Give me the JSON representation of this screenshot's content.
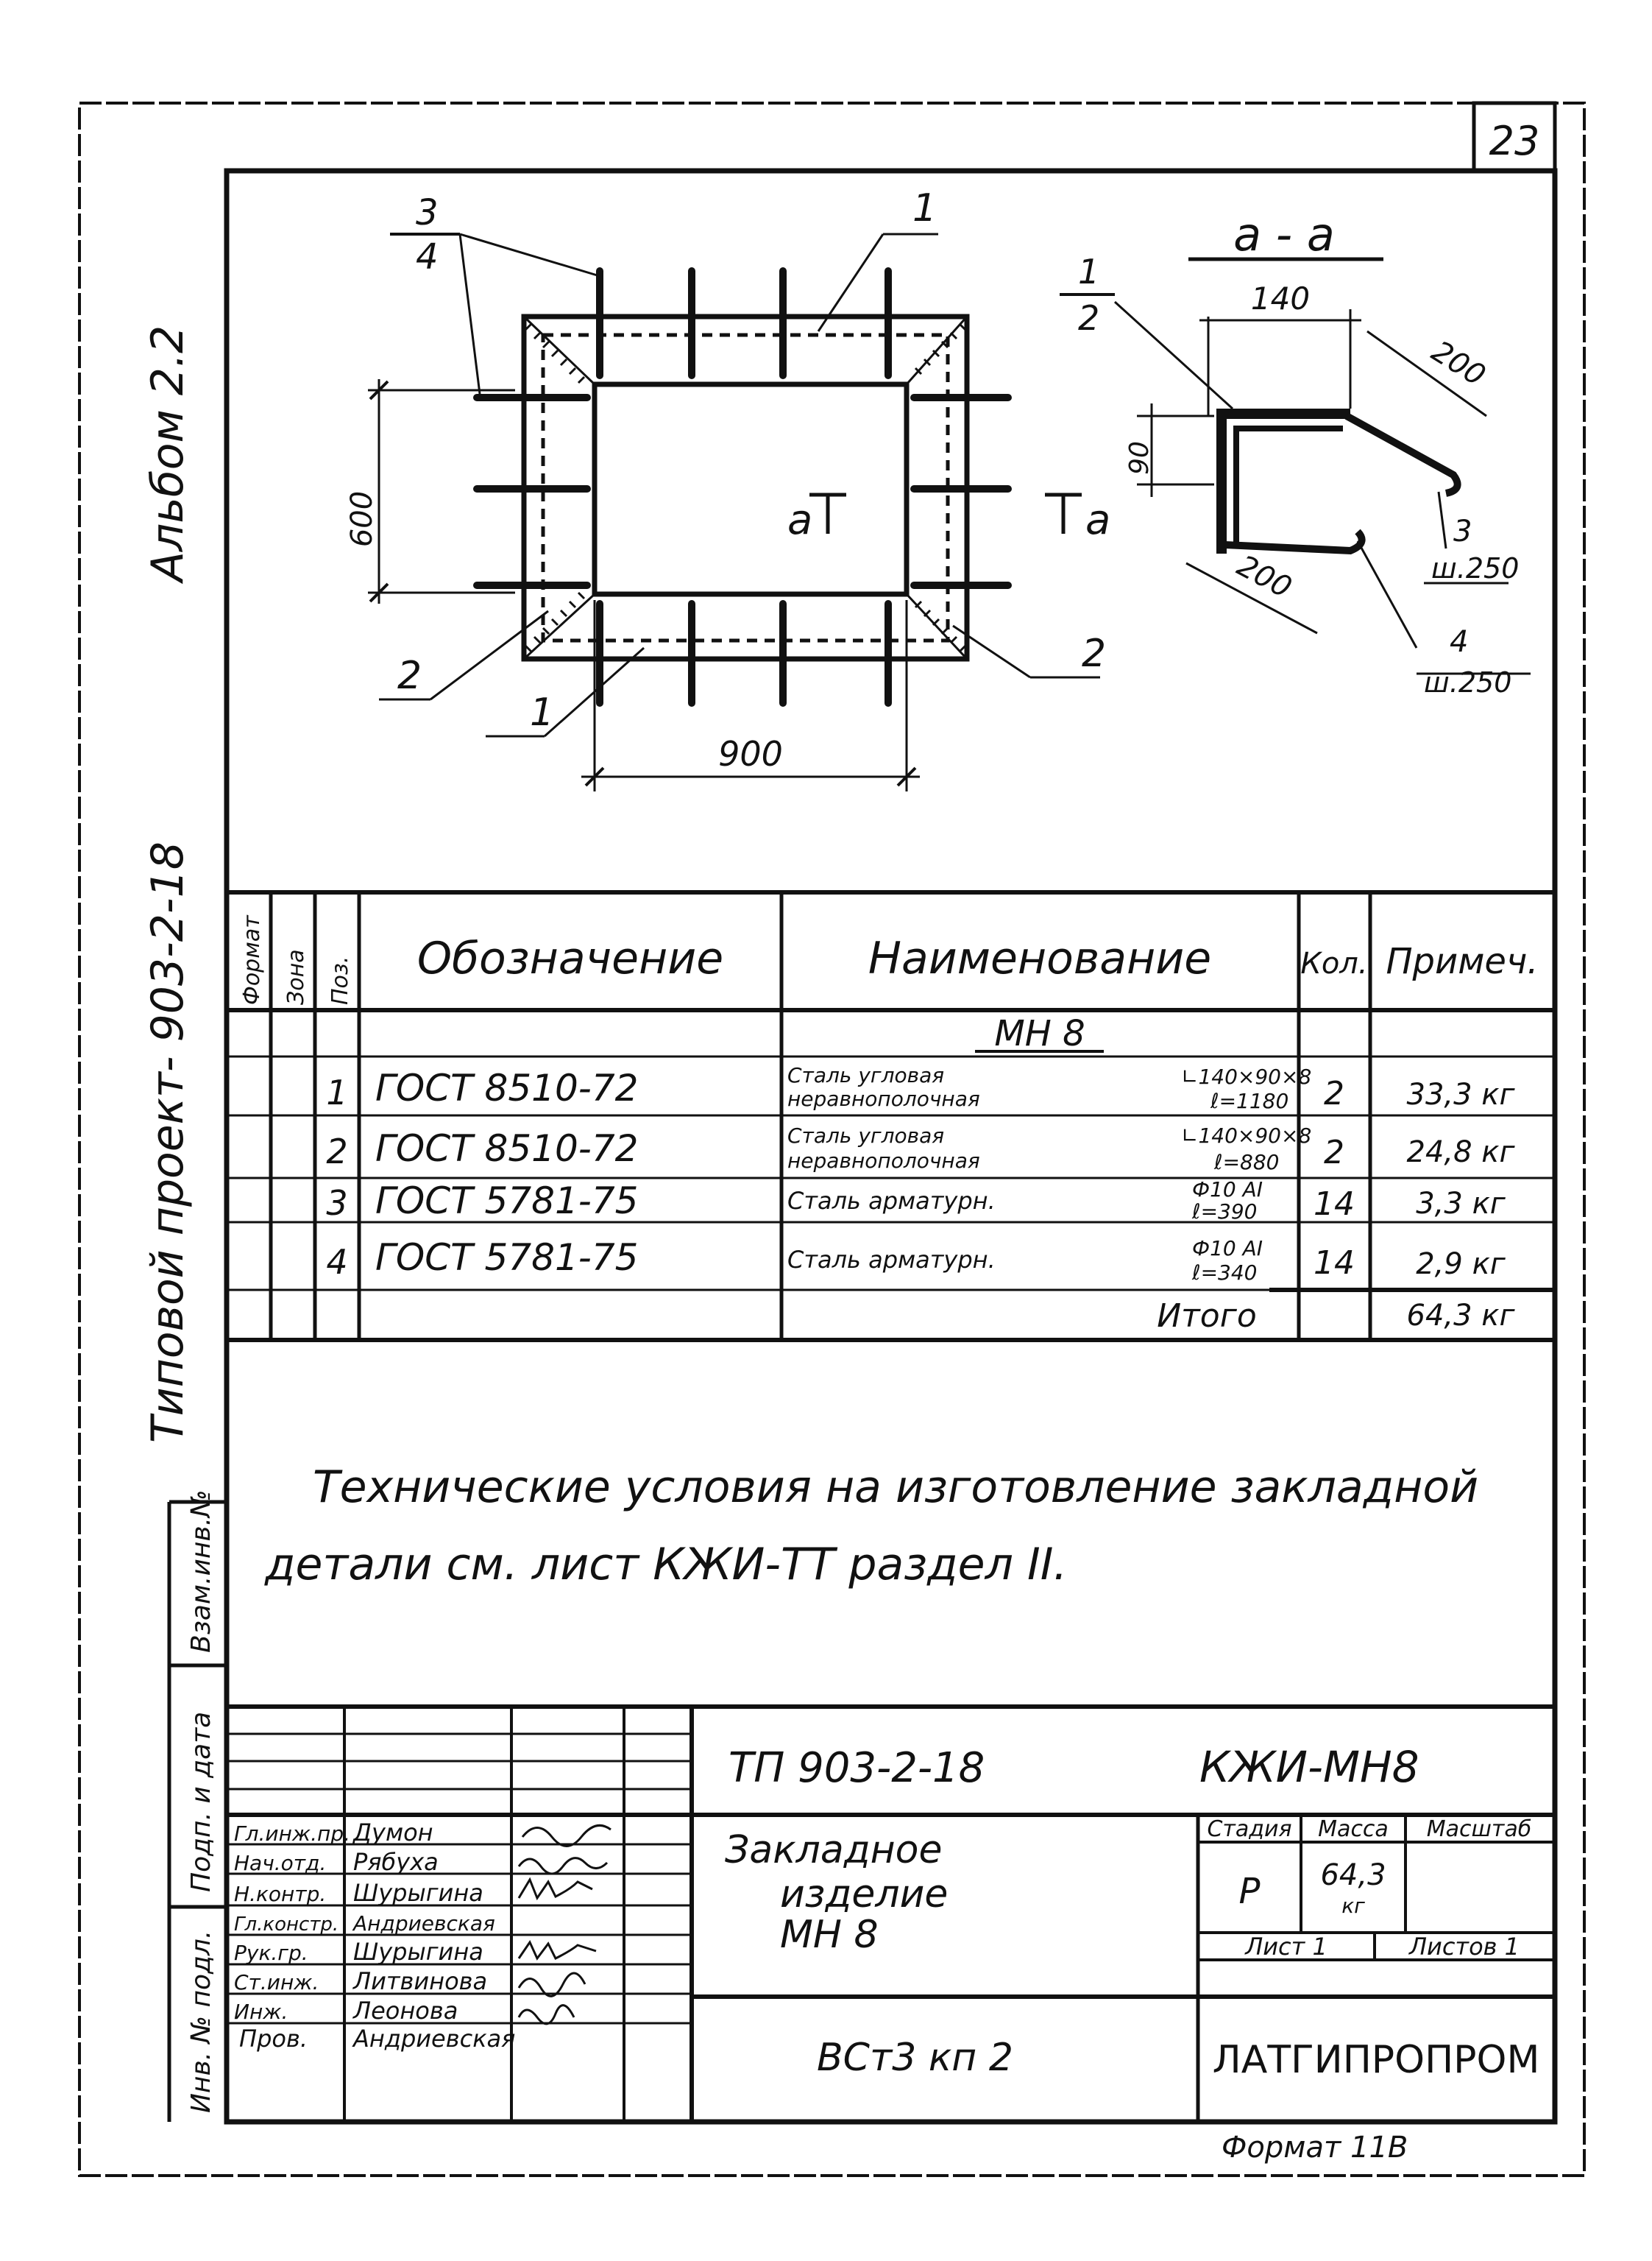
{
  "page_number": "23",
  "side_labels": {
    "album": "Альбом 2.2",
    "project": "Типовой проект- 903-2-18",
    "inv_original": "Инв. № подл.",
    "sign_date": "Подп. и дата",
    "replace_inv": "Взам.инв.№"
  },
  "drawing": {
    "callout_top_frac_num": "3",
    "callout_top_frac_den": "4",
    "callout_top_right": "1",
    "callout_left_lower": "2",
    "callout_right_lower": "2",
    "callout_bottom": "1",
    "dim_width": "900",
    "dim_height": "600",
    "section_mark_left": "a",
    "section_mark_right": "a"
  },
  "section": {
    "title": "а - а",
    "frac_num": "1",
    "frac_den": "2",
    "dim_140": "140",
    "dim_200_top": "200",
    "dim_90": "90",
    "dim_200_bottom": "200",
    "pos3": "3",
    "pos3_step": "ш.250",
    "pos4": "4",
    "pos4_step": "ш.250"
  },
  "spec_table": {
    "headers": {
      "format": "Формат",
      "zone": "Зона",
      "pos": "Поз.",
      "designation": "Обозначение",
      "name": "Наименование",
      "qty": "Кол.",
      "note": "Примеч."
    },
    "group_title": "МН 8",
    "rows": [
      {
        "pos": "1",
        "designation": "ГОСТ 8510-72",
        "name_line1": "Сталь угловая",
        "name_line2": "неравнополочная",
        "size_line1": "∟140×90×8",
        "size_line2": "ℓ=1180",
        "qty": "2",
        "note": "33,3 кг"
      },
      {
        "pos": "2",
        "designation": "ГОСТ 8510-72",
        "name_line1": "Сталь угловая",
        "name_line2": "неравнополочная",
        "size_line1": "∟140×90×8",
        "size_line2": "ℓ=880",
        "qty": "2",
        "note": "24,8 кг"
      },
      {
        "pos": "3",
        "designation": "ГОСТ 5781-75",
        "name_line1": "Сталь арматурн.",
        "name_line2": "",
        "size_line1": "Ф10 АI",
        "size_line2": "ℓ=390",
        "qty": "14",
        "note": "3,3 кг"
      },
      {
        "pos": "4",
        "designation": "ГОСТ 5781-75",
        "name_line1": "Сталь арматурн.",
        "name_line2": "",
        "size_line1": "Ф10 АI",
        "size_line2": "ℓ=340",
        "qty": "14",
        "note": "2,9 кг"
      }
    ],
    "total_label": "Итого",
    "total_value": "64,3 кг"
  },
  "tech_note": {
    "line1": "Технические условия на изготовление закладной",
    "line2": "детали см. лист КЖИ-ТТ раздел II."
  },
  "title_block": {
    "project_code": "ТП 903-2-18",
    "doc_code": "КЖИ-МН8",
    "signatures": [
      {
        "role": "Гл.инж.пр.",
        "name": "Думон"
      },
      {
        "role": "Нач.отд.",
        "name": "Рябуха"
      },
      {
        "role": "Н.контр.",
        "name": "Шурыгина"
      },
      {
        "role": "Гл.констр.",
        "name": "Андриевская"
      },
      {
        "role": "Рук.гр.",
        "name": "Шурыгина"
      },
      {
        "role": "Ст.инж.",
        "name": "Литвинова"
      },
      {
        "role": "Инж.",
        "name": "Леонова"
      }
    ],
    "checked_role": "Пров.",
    "checked_name": "Андриевская",
    "item_title_l1": "Закладное",
    "item_title_l2": "изделие",
    "item_title_l3": "МН 8",
    "stage_label": "Стадия",
    "mass_label": "Масса",
    "scale_label": "Масштаб",
    "stage_value": "Р",
    "mass_value": "64,3",
    "mass_unit": "кг",
    "sheet_label": "Лист 1",
    "sheets_label": "Листов 1",
    "material": "ВСт3 кп 2",
    "organization": "ЛАТГИПРОПРОМ",
    "format": "Формат 11В"
  }
}
